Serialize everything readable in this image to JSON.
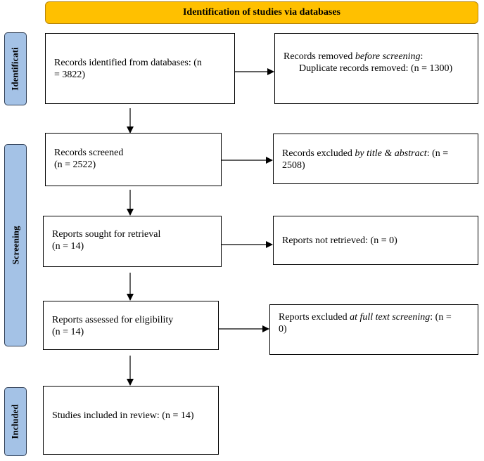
{
  "header": {
    "title": "Identification of studies via databases"
  },
  "phases": {
    "identification": "Identificati",
    "screening": "Screening",
    "included": "Included"
  },
  "boxes": {
    "records_identified": {
      "line1": "Records identified from databases: (n",
      "line2": "= 3822)"
    },
    "records_removed": {
      "line1_prefix": "Records removed ",
      "line1_italic": "before screening",
      "line1_suffix": ":",
      "line2": "Duplicate records removed:  (n = 1300)"
    },
    "records_screened": {
      "line1": "Records screened",
      "line2": "(n = 2522)"
    },
    "records_excluded": {
      "line1_prefix": "Records excluded ",
      "line1_italic": "by title & abstract",
      "line1_suffix": ": (n =",
      "line2": "2508)"
    },
    "reports_sought": {
      "line1": "Reports sought for retrieval",
      "line2": "(n = 14)"
    },
    "reports_not_retrieved": {
      "line1": "Reports not retrieved: (n = 0)"
    },
    "reports_assessed": {
      "line1": "Reports assessed for eligibility",
      "line2": "(n = 14)"
    },
    "reports_excluded": {
      "line1_prefix": "Reports excluded ",
      "line1_italic": "at full text screening",
      "line1_suffix": ": (n =",
      "line2": "0)"
    },
    "studies_included": {
      "line1": "Studies included in review: (n = 14)"
    }
  },
  "colors": {
    "header_fill": "#ffc000",
    "phase_fill": "#a4c2e6",
    "box_border": "#000000"
  }
}
